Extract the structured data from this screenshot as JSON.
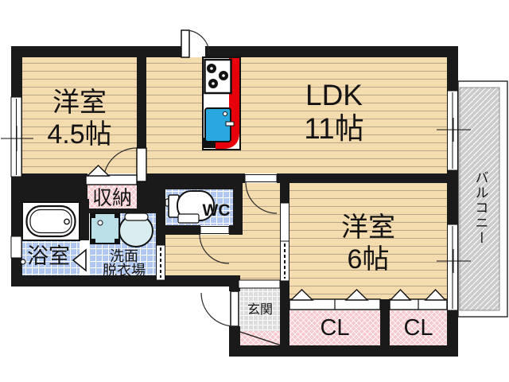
{
  "plan": {
    "rooms": {
      "bedroom1": {
        "label": "洋室",
        "size": "4.5帖"
      },
      "ldk": {
        "label": "LDK",
        "size": "11帖"
      },
      "bedroom2": {
        "label": "洋室",
        "size": "6帖"
      },
      "storage": {
        "label": "収納"
      },
      "wc": {
        "label": "WC"
      },
      "washroom": {
        "label_line1": "洗面",
        "label_line2": "脱衣場"
      },
      "bathroom": {
        "label": "浴室"
      },
      "entrance": {
        "label": "玄関"
      },
      "closet1": {
        "label": "CL"
      },
      "closet2": {
        "label": "CL"
      },
      "balcony": {
        "label": "バルコニー"
      }
    },
    "colors": {
      "wall": "#1a1a1a",
      "wood_floor": "#f5dcae",
      "wood_line": "#b9a589",
      "tile_blue": "#b3c8ef",
      "closet_pink": "#f7c8cd",
      "balcony_gray": "#cccccc",
      "entrance_gray": "#dcdcdc",
      "kitchen_counter_red": "#e8000b",
      "kitchen_sink_blue": "#29a8e0",
      "washer_teal": "#badfe7",
      "basin_teal": "#d9ecef"
    }
  }
}
